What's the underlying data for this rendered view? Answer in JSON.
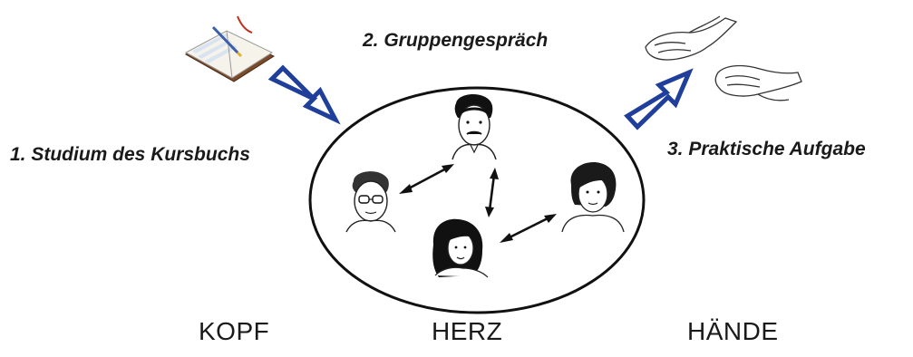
{
  "steps": {
    "study": "1. Studium des Kursbuchs",
    "group": "2. Gruppengespräch",
    "practice": "3. Praktische Aufgabe"
  },
  "categories": {
    "head": "KOPF",
    "heart": "HERZ",
    "hands": "HÄNDE"
  },
  "colors": {
    "arrow_outline": "#1f3f9a",
    "text": "#1a1a1a",
    "book_cover": "#7a4a2a"
  },
  "icons": [
    "book-icon",
    "person-icon",
    "hands-icon",
    "double-arrow-icon"
  ]
}
